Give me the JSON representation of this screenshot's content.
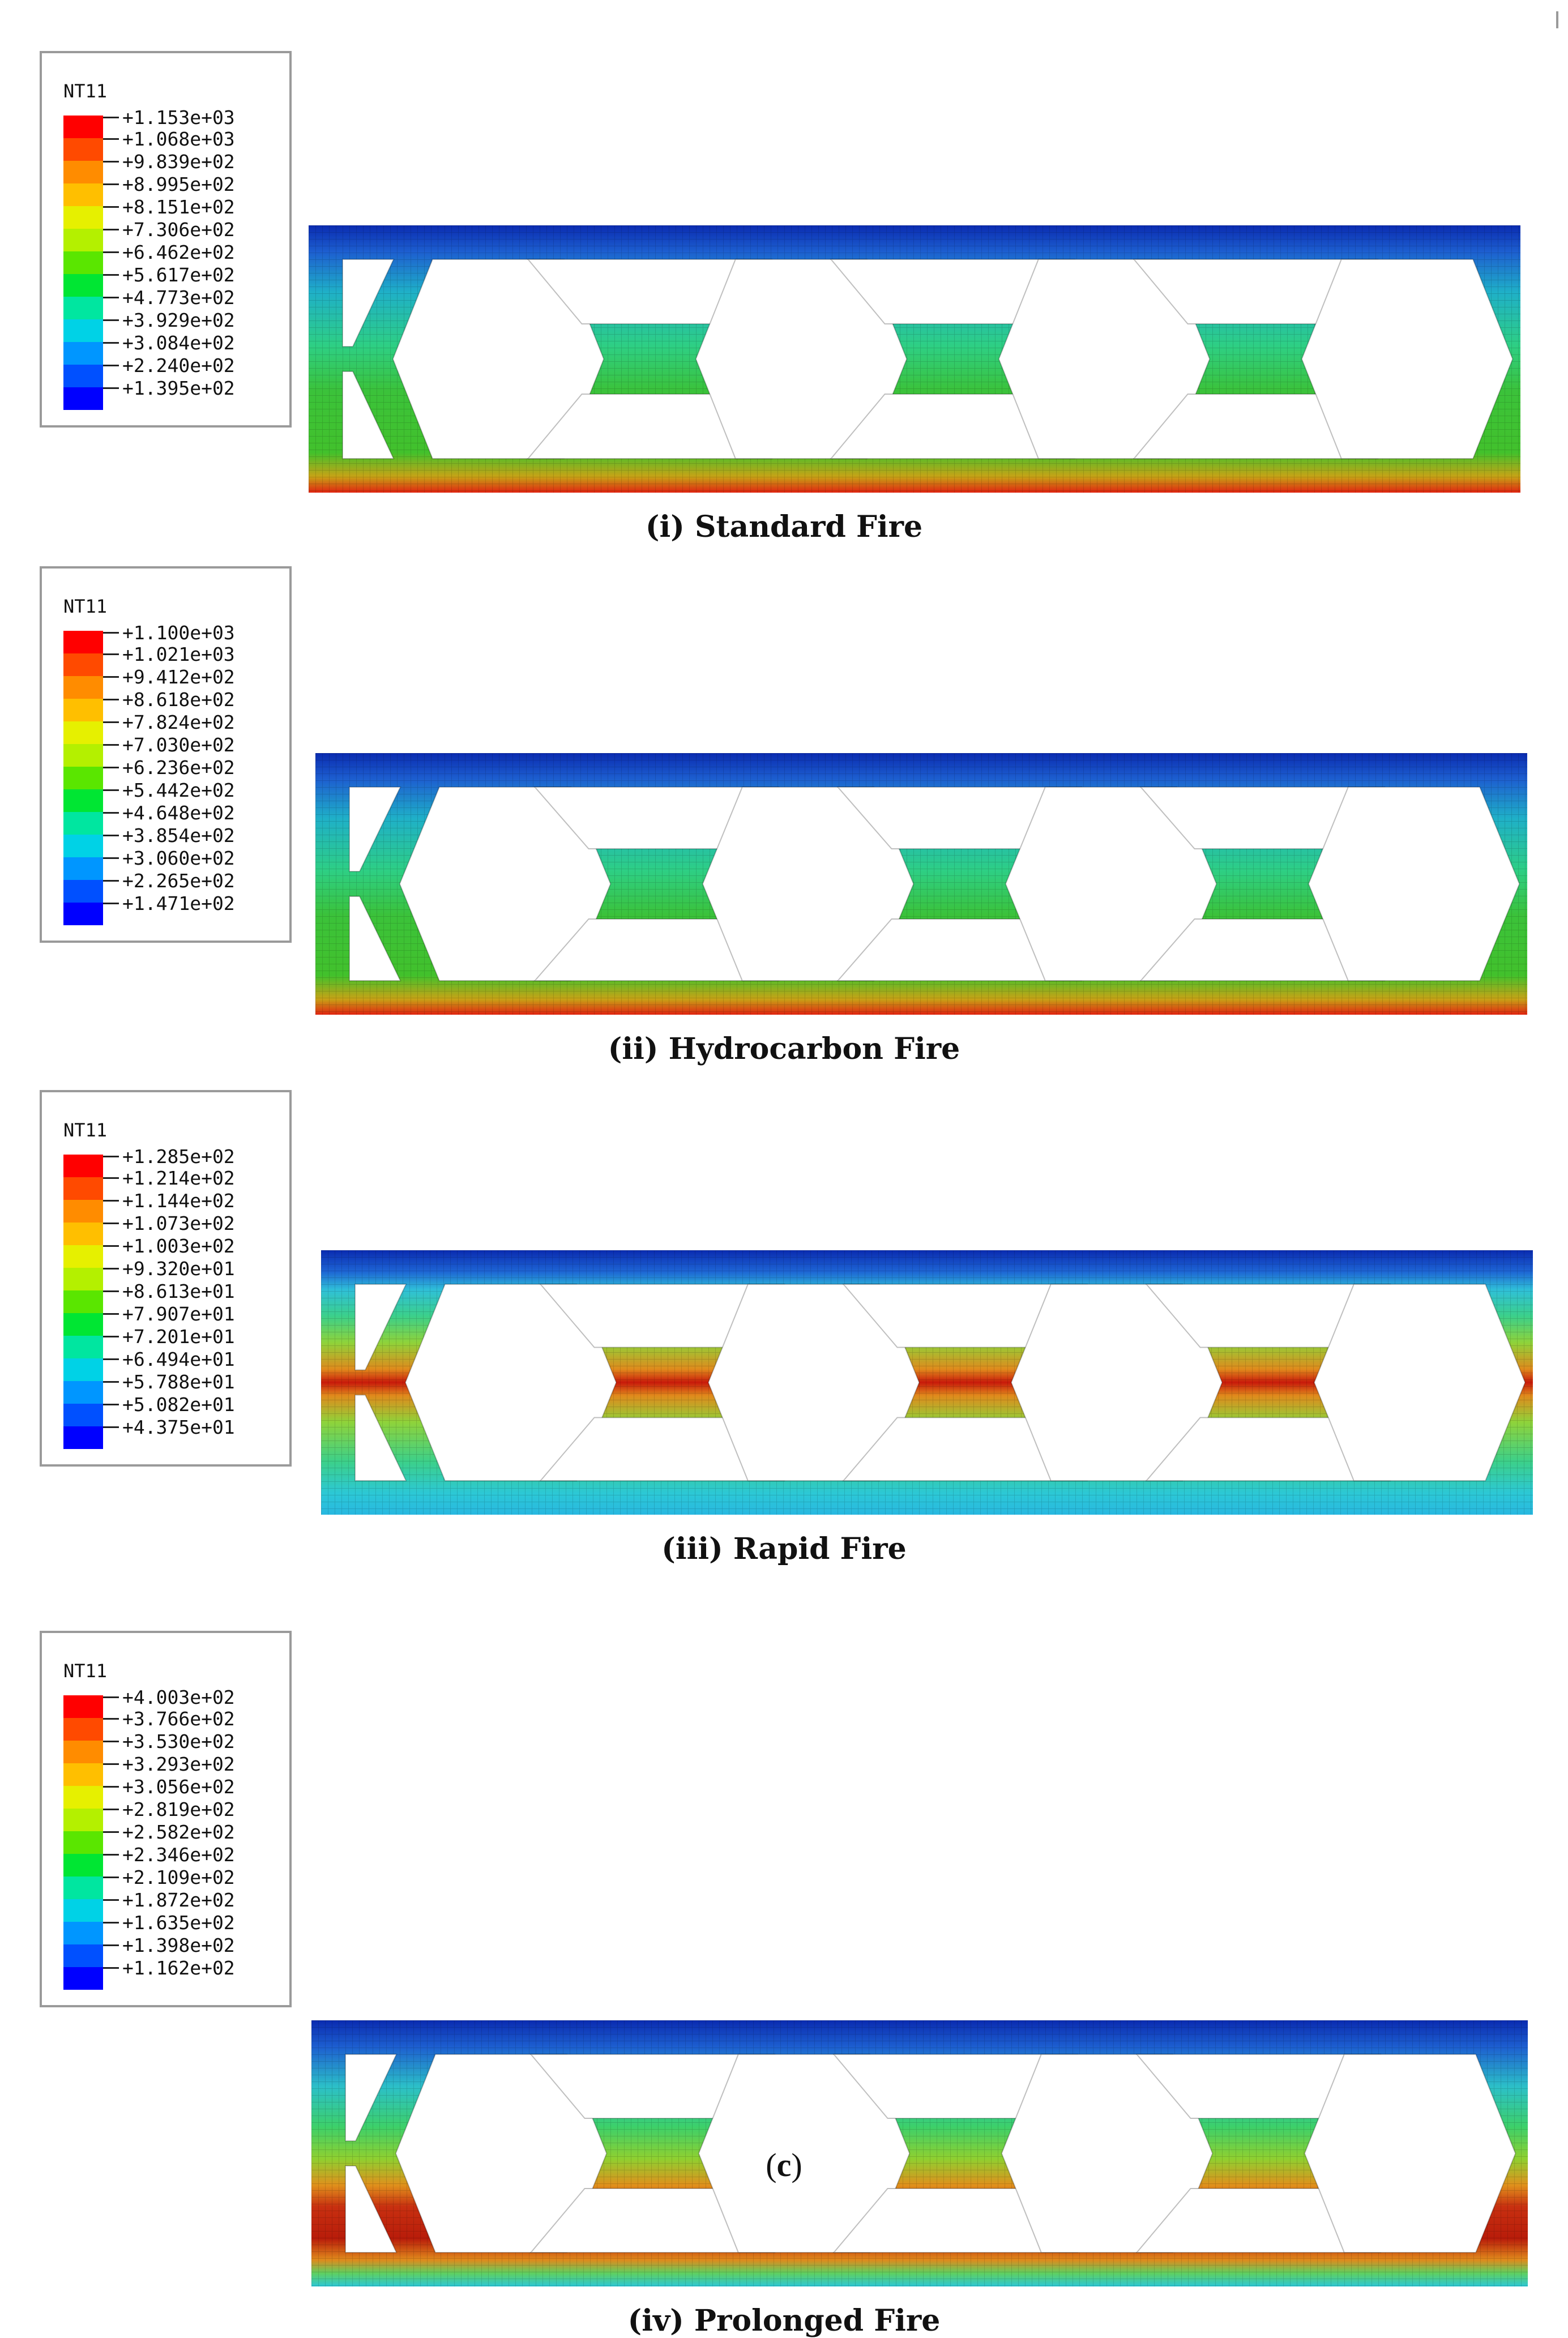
{
  "figure_label_open": "(",
  "figure_label_letter": "c",
  "figure_label_close": ")",
  "panels": [
    {
      "id": "standard",
      "caption": "(i) Standard Fire",
      "legend_title": "NT11",
      "legend_values": [
        "+1.153e+03",
        "+1.068e+03",
        "+9.839e+02",
        "+8.995e+02",
        "+8.151e+02",
        "+7.306e+02",
        "+6.462e+02",
        "+5.617e+02",
        "+4.773e+02",
        "+3.929e+02",
        "+3.084e+02",
        "+2.240e+02",
        "+1.395e+02"
      ],
      "gradient": [
        [
          "0",
          "#0a2bb0"
        ],
        [
          "0.1",
          "#1d5fd0"
        ],
        [
          "0.25",
          "#1fb0c8"
        ],
        [
          "0.45",
          "#2ecf84"
        ],
        [
          "0.62",
          "#3bc23a"
        ],
        [
          "0.85",
          "#42c12c"
        ],
        [
          "0.94",
          "#c7a316"
        ],
        [
          "1",
          "#e02410"
        ]
      ]
    },
    {
      "id": "hydrocarbon",
      "caption": "(ii) Hydrocarbon Fire",
      "legend_title": "NT11",
      "legend_values": [
        "+1.100e+03",
        "+1.021e+03",
        "+9.412e+02",
        "+8.618e+02",
        "+7.824e+02",
        "+7.030e+02",
        "+6.236e+02",
        "+5.442e+02",
        "+4.648e+02",
        "+3.854e+02",
        "+3.060e+02",
        "+2.265e+02",
        "+1.471e+02"
      ],
      "gradient": [
        [
          "0",
          "#0a2bb0"
        ],
        [
          "0.1",
          "#1d5fd0"
        ],
        [
          "0.25",
          "#1fb0c8"
        ],
        [
          "0.45",
          "#2ecf84"
        ],
        [
          "0.62",
          "#3bc23a"
        ],
        [
          "0.85",
          "#42c12c"
        ],
        [
          "0.94",
          "#c7a316"
        ],
        [
          "1",
          "#e02410"
        ]
      ]
    },
    {
      "id": "rapid",
      "caption": "(iii) Rapid Fire",
      "legend_title": "NT11",
      "legend_values": [
        "+1.285e+02",
        "+1.214e+02",
        "+1.144e+02",
        "+1.073e+02",
        "+1.003e+02",
        "+9.320e+01",
        "+8.613e+01",
        "+7.907e+01",
        "+7.201e+01",
        "+6.494e+01",
        "+5.788e+01",
        "+5.082e+01",
        "+4.375e+01"
      ],
      "gradient": [
        [
          "0",
          "#0a2bb0"
        ],
        [
          "0.08",
          "#1d64d4"
        ],
        [
          "0.15",
          "#2fc0d8"
        ],
        [
          "0.25",
          "#3cd08a"
        ],
        [
          "0.35",
          "#8fd33a"
        ],
        [
          "0.45",
          "#e08a1c"
        ],
        [
          "0.5",
          "#c81a0a"
        ],
        [
          "0.55",
          "#e08a1c"
        ],
        [
          "0.65",
          "#8fd33a"
        ],
        [
          "0.8",
          "#3cd08a"
        ],
        [
          "0.92",
          "#2cc8d6"
        ],
        [
          "1",
          "#28b8e0"
        ]
      ]
    },
    {
      "id": "prolonged",
      "caption": "(iv) Prolonged Fire",
      "legend_title": "NT11",
      "legend_values": [
        "+4.003e+02",
        "+3.766e+02",
        "+3.530e+02",
        "+3.293e+02",
        "+3.056e+02",
        "+2.819e+02",
        "+2.582e+02",
        "+2.346e+02",
        "+2.109e+02",
        "+1.872e+02",
        "+1.635e+02",
        "+1.398e+02",
        "+1.162e+02"
      ],
      "gradient": [
        [
          "0",
          "#0a2bb0"
        ],
        [
          "0.1",
          "#1d5fd0"
        ],
        [
          "0.25",
          "#2cc0c8"
        ],
        [
          "0.4",
          "#3dd06a"
        ],
        [
          "0.52",
          "#8fd030"
        ],
        [
          "0.62",
          "#e0901c"
        ],
        [
          "0.7",
          "#c83010"
        ],
        [
          "0.82",
          "#b81c0a"
        ],
        [
          "0.9",
          "#e08a1c"
        ],
        [
          "0.95",
          "#5fd060"
        ],
        [
          "1",
          "#2cc8d6"
        ]
      ]
    }
  ],
  "legend_swatch_colors": [
    "#ff0000",
    "#ff4a00",
    "#ff8c00",
    "#ffbf00",
    "#e6f000",
    "#b4f000",
    "#5ae600",
    "#00e633",
    "#00e6a0",
    "#00d2e6",
    "#0096ff",
    "#0050ff",
    "#0000ff"
  ]
}
